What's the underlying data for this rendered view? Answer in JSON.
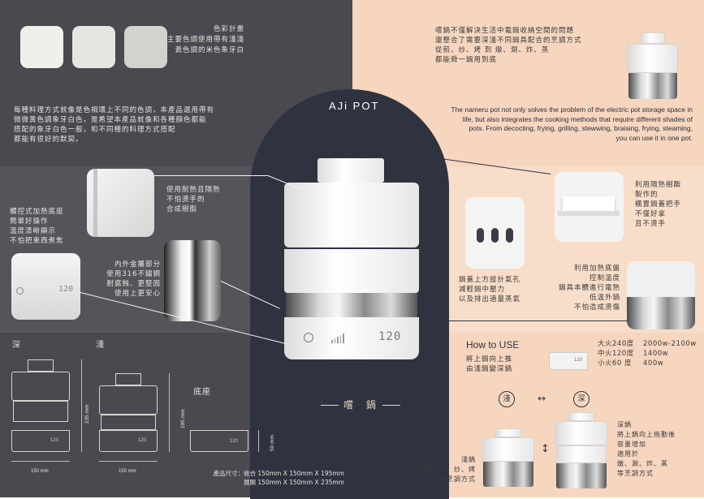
{
  "product": {
    "name": "AJi POT",
    "cn_name": "嚐 鍋"
  },
  "color_plan": {
    "title": "色彩計畫",
    "lines": [
      "主要色調使用帶有淺淺",
      "黃色調的米色象牙白"
    ],
    "swatches": [
      "#f1efeb",
      "#e6e5e1",
      "#d3d2ce"
    ]
  },
  "concept": {
    "lines": [
      "每種料理方式就像是色相環上不同的色調，本產品選用帶有",
      "微微黃色調象牙白色，是希望本產品就像和各種顏色都能",
      "搭配的象牙白色一般，和不同種的料理方式搭配",
      "都能有很好的默契。"
    ]
  },
  "intro_cn": {
    "lines": [
      "嚐鍋不僅解決生活中電鍋收納空間的問題",
      "還整合了需要深淺不同鍋具配合的烹調方式",
      "從煎、炒、烤 到 燉、涮、炸、蒸",
      "都能舜一鍋用到底"
    ]
  },
  "intro_en": {
    "lines": [
      "The nameru pot not only solves the problem of the electric pot storage space in",
      "life, but also integrates the cooking methods that require different shades of",
      "pots. From decocting, frying, grilling, stewwing, braising, frying, steaming,",
      "you can use it in one pot."
    ]
  },
  "callouts": {
    "handle": [
      "使用耐熱且隔熱",
      "不怕燙手的",
      "合成樹脂"
    ],
    "knob": [
      "觸控式加熱底座",
      "簡單好操作",
      "溫度清晰顯示",
      "不怕把東西煮焦"
    ],
    "metal": [
      "內外金屬部分",
      "使用316不鏽鋼",
      "耐腐蝕、更堅固",
      "使用上更安心"
    ],
    "vent": [
      "鍋蓋上方設計氣孔",
      "減輕鍋中壓力",
      "以及排出適量蒸氣"
    ],
    "lid_handle": [
      "利用隔熱樹酯",
      "製作的",
      "橫置鍋蓋把手",
      "不僅好拿",
      "且不燙手"
    ],
    "base_heat": [
      "利用加熱底盤",
      "控制溫度",
      "鍋具本體進行電熱",
      "低溫外鍋",
      "不怕造成燙傷"
    ]
  },
  "display": {
    "reading": "120"
  },
  "modes": {
    "deep": "深",
    "shallow": "淺",
    "base": "底座",
    "dim_150a": "150 mm",
    "dim_150b": "150 mm",
    "dim_235": "235 mm",
    "dim_195": "195 mm",
    "dim_50": "50 mm",
    "size_lines": [
      "產品尺寸：收合 150mm X 150mm X 195mm",
      "展開 150mm X 150mm X 235mm"
    ]
  },
  "how_to_use": {
    "title": "How to USE",
    "lines": [
      "將上鍋向上推",
      "由淺鍋變深鍋"
    ],
    "power": [
      {
        "level": "大火",
        "temp": "240度",
        "watt": "2000w-2100w"
      },
      {
        "level": "中火",
        "temp": "120度",
        "watt": "1400w"
      },
      {
        "level": "小火",
        "temp": "60 度",
        "watt": "400w"
      }
    ],
    "shallow_badge": "淺",
    "deep_badge": "深",
    "shallow_note": [
      "淺鍋",
      "適用於 煎、炒、烤",
      "等烹調方式"
    ],
    "deep_note": [
      "深鍋",
      "將上鍋向上拖動後",
      "容量增加",
      "適用於",
      "燉、涮、炸、蒸",
      "等烹調方式"
    ]
  }
}
